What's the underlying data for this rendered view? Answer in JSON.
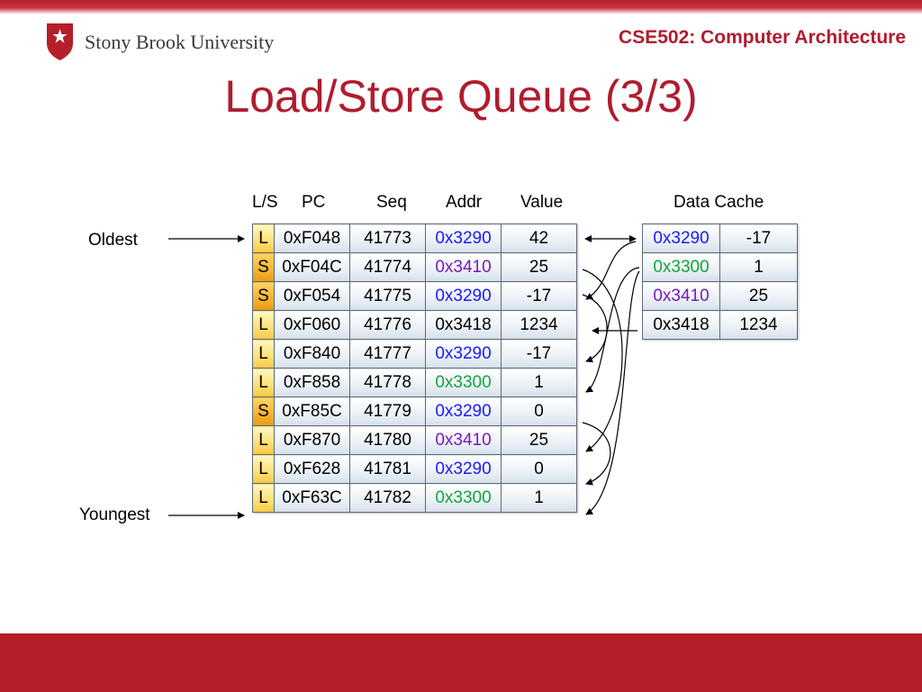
{
  "header": {
    "logo_text": "Stony Brook University",
    "course": "CSE502: Computer Architecture"
  },
  "title": "Load/Store Queue (3/3)",
  "queue": {
    "headers": {
      "ls": "L/S",
      "pc": "PC",
      "seq": "Seq",
      "addr": "Addr",
      "value": "Value"
    },
    "oldest_label": "Oldest",
    "youngest_label": "Youngest",
    "rows": [
      {
        "ls": "L",
        "pc": "0xF048",
        "seq": "41773",
        "addr": "0x3290",
        "addr_color": "#1a1aff",
        "value": "42"
      },
      {
        "ls": "S",
        "pc": "0xF04C",
        "seq": "41774",
        "addr": "0x3410",
        "addr_color": "#7a1ab8",
        "value": "25"
      },
      {
        "ls": "S",
        "pc": "0xF054",
        "seq": "41775",
        "addr": "0x3290",
        "addr_color": "#1a1aff",
        "value": "-17"
      },
      {
        "ls": "L",
        "pc": "0xF060",
        "seq": "41776",
        "addr": "0x3418",
        "addr_color": "#000000",
        "value": "1234"
      },
      {
        "ls": "L",
        "pc": "0xF840",
        "seq": "41777",
        "addr": "0x3290",
        "addr_color": "#1a1aff",
        "value": "-17"
      },
      {
        "ls": "L",
        "pc": "0xF858",
        "seq": "41778",
        "addr": "0x3300",
        "addr_color": "#12a63a",
        "value": "1"
      },
      {
        "ls": "S",
        "pc": "0xF85C",
        "seq": "41779",
        "addr": "0x3290",
        "addr_color": "#1a1aff",
        "value": "0"
      },
      {
        "ls": "L",
        "pc": "0xF870",
        "seq": "41780",
        "addr": "0x3410",
        "addr_color": "#7a1ab8",
        "value": "25"
      },
      {
        "ls": "L",
        "pc": "0xF628",
        "seq": "41781",
        "addr": "0x3290",
        "addr_color": "#1a1aff",
        "value": "0"
      },
      {
        "ls": "L",
        "pc": "0xF63C",
        "seq": "41782",
        "addr": "0x3300",
        "addr_color": "#12a63a",
        "value": "1"
      }
    ]
  },
  "cache": {
    "title": "Data Cache",
    "rows": [
      {
        "addr": "0x3290",
        "addr_color": "#1a1aff",
        "value": "-17"
      },
      {
        "addr": "0x3300",
        "addr_color": "#12a63a",
        "value": "1"
      },
      {
        "addr": "0x3410",
        "addr_color": "#7a1ab8",
        "value": "25"
      },
      {
        "addr": "0x3418",
        "addr_color": "#000000",
        "value": "1234"
      }
    ]
  },
  "colors": {
    "brand_red": "#b51e2b",
    "title_red": "#b01c2e"
  }
}
